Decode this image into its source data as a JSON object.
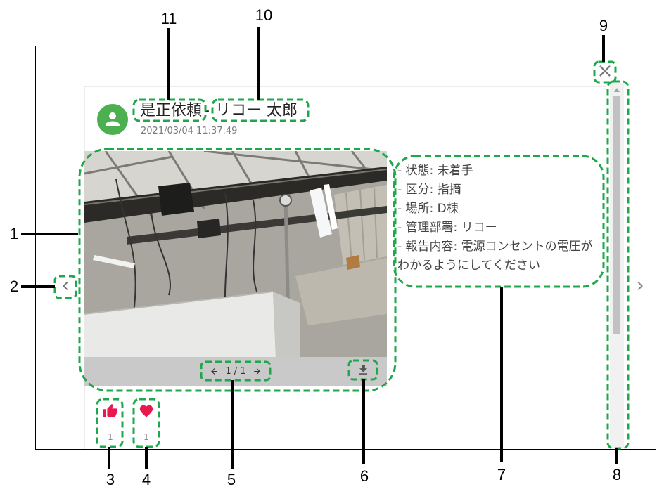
{
  "callouts": {
    "photo_area": "1",
    "prev_post": "2",
    "like": "3",
    "favorite": "4",
    "photo_pager": "5",
    "download": "6",
    "details": "7",
    "scrollbar": "8",
    "close": "9",
    "author": "10",
    "category": "11"
  },
  "colors": {
    "annotation": "#1ea84b",
    "avatar": "#4caf50",
    "reaction": "#e8194f"
  },
  "viewer": {
    "close_icon": "close-icon",
    "prev_icon": "chevron-left-icon",
    "next_icon": "chevron-right-icon",
    "scroll_up_icon": "triangle-up-icon"
  },
  "post": {
    "avatar_icon": "person-icon",
    "title": {
      "category": "是正依頼",
      "separator": "-",
      "author": "リコー 太郎"
    },
    "timestamp": "2021/03/04 11:37:49",
    "photo": {
      "page_indicator": "1 / 1",
      "prev_icon": "arrow-left-icon",
      "next_icon": "arrow-right-icon",
      "download_icon": "download-icon"
    },
    "details": [
      "- 状態: 未着手",
      "- 区分: 指摘",
      "- 場所: D棟",
      "- 管理部署: リコー",
      "- 報告内容: 電源コンセントの電圧が",
      "わかるようにしてください"
    ],
    "reactions": [
      {
        "icon": "thumbs-up-icon",
        "count": "1"
      },
      {
        "icon": "heart-icon",
        "count": "1"
      }
    ]
  }
}
